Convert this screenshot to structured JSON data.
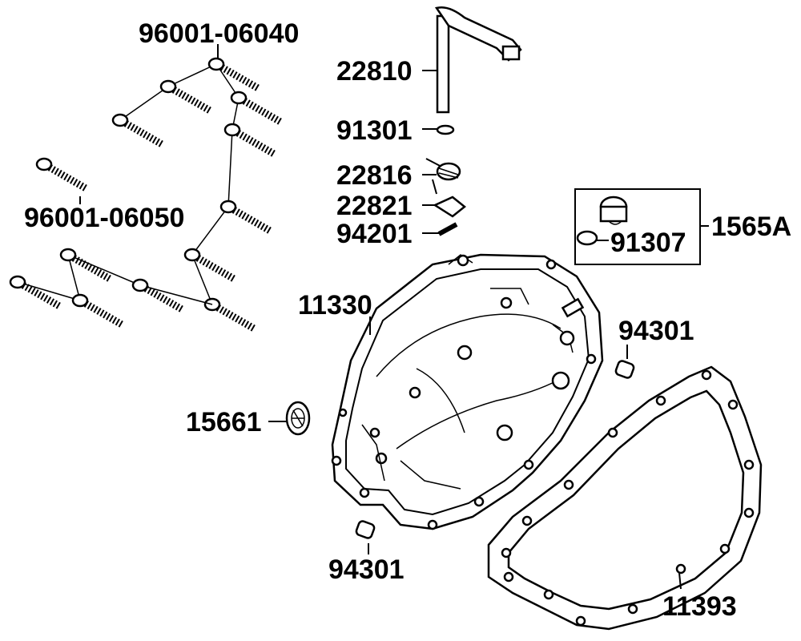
{
  "diagram": {
    "labels": {
      "bolt_short": "96001-06040",
      "bolt_long": "96001-06050",
      "shift_shaft": "22810",
      "washer": "91301",
      "spring": "22816",
      "collar": "22821",
      "pin": "94201",
      "cap_kit": "1565A",
      "o_ring": "91307",
      "cover": "11330",
      "dowel_right": "94301",
      "oil_seal": "15661",
      "dowel_bottom": "94301",
      "gasket": "11393"
    }
  }
}
